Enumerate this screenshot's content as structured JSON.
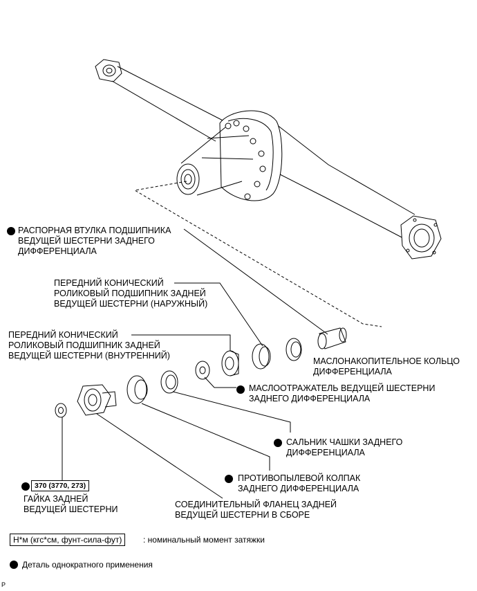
{
  "labels": {
    "spacer": [
      "РАСПОРНАЯ ВТУЛКА ПОДШИПНИКА",
      "ВЕДУЩЕЙ ШЕСТЕРНИ ЗАДНЕГО",
      "ДИФФЕРЕНЦИАЛА"
    ],
    "bearing_outer": [
      "ПЕРЕДНИЙ КОНИЧЕСКИЙ",
      "РОЛИКОВЫЙ ПОДШИПНИК ЗАДНЕЙ",
      "ВЕДУЩЕЙ ШЕСТЕРНИ (НАРУЖНЫЙ)"
    ],
    "bearing_inner": [
      "ПЕРЕДНИЙ КОНИЧЕСКИЙ",
      "РОЛИКОВЫЙ ПОДШИПНИК ЗАДНЕЙ",
      "ВЕДУЩЕЙ ШЕСТЕРНИ (ВНУТРЕННИЙ)"
    ],
    "oil_ring": [
      "МАСЛОНАКОПИТЕЛЬНОЕ КОЛЬЦО",
      "ДИФФЕРЕНЦИАЛА"
    ],
    "oil_slinger": [
      "МАСЛООТРАЖАТЕЛЬ ВЕДУЩЕЙ ШЕСТЕРНИ",
      "ЗАДНЕГО ДИФФЕРЕНЦИАЛА"
    ],
    "oil_seal": [
      "САЛЬНИК ЧАШКИ ЗАДНЕГО",
      "ДИФФЕРЕНЦИАЛА"
    ],
    "dust_cap": [
      "ПРОТИВОПЫЛЕВОЙ КОЛПАК",
      "ЗАДНЕГО ДИФФЕРЕНЦИАЛА"
    ],
    "nut": [
      "ГАЙКА ЗАДНЕЙ",
      "ВЕДУЩЕЙ ШЕСТЕРНИ"
    ],
    "flange": [
      "СОЕДИНИТЕЛЬНЫЙ ФЛАНЕЦ ЗАДНЕЙ",
      "ВЕДУЩЕЙ ШЕСТЕРНИ В СБОРЕ"
    ]
  },
  "torque_value": "370 (3770, 273)",
  "legend": {
    "unit_box": "Н*м (кгс*см, фунт-сила-фут)",
    "unit_text": ": номинальный момент затяжки",
    "once_text": "Деталь однократного применения"
  },
  "corner_mark": "P"
}
